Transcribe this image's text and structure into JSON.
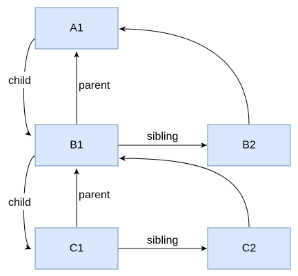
{
  "nodes": {
    "a1": {
      "label": "A1"
    },
    "b1": {
      "label": "B1"
    },
    "b2": {
      "label": "B2"
    },
    "c1": {
      "label": "C1"
    },
    "c2": {
      "label": "C2"
    }
  },
  "edges": {
    "child_a1_b1": {
      "label": "child"
    },
    "parent_b1_a1": {
      "label": "parent"
    },
    "sibling_b1_b2": {
      "label": "sibling"
    },
    "child_b1_c1": {
      "label": "child"
    },
    "parent_c1_b1": {
      "label": "parent"
    },
    "sibling_c1_c2": {
      "label": "sibling"
    }
  },
  "colors": {
    "node_fill": "#dae8fc",
    "node_stroke": "#6c8ebf",
    "edge": "#000000"
  }
}
